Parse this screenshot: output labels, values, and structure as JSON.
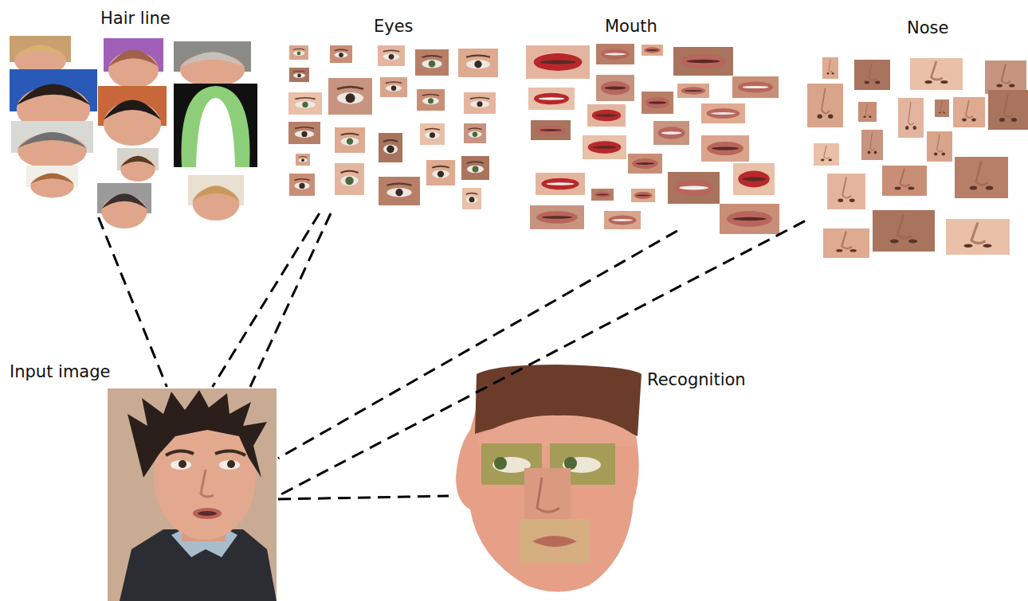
{
  "diagram": {
    "nodes": [
      {
        "text": [
          "Hair line"
        ]
      },
      {
        "text": [
          "Eyes"
        ]
      },
      {
        "text": [
          "Mouth"
        ]
      },
      {
        "text": [
          "Nose"
        ]
      },
      {
        "text": [
          "Input image"
        ]
      },
      {
        "text": [
          "Recognition"
        ]
      }
    ],
    "edges": [
      {
        "from": 0,
        "to": 4,
        "arrow": "none"
      },
      {
        "from": 1,
        "to": 4,
        "arrow": "none"
      },
      {
        "from": 1,
        "to": 4,
        "arrow": "none"
      },
      {
        "from": 2,
        "to": 4,
        "arrow": "none"
      },
      {
        "from": 3,
        "to": 4,
        "arrow": "none"
      },
      {
        "from": 4,
        "to": 5,
        "arrow": "none"
      }
    ]
  }
}
